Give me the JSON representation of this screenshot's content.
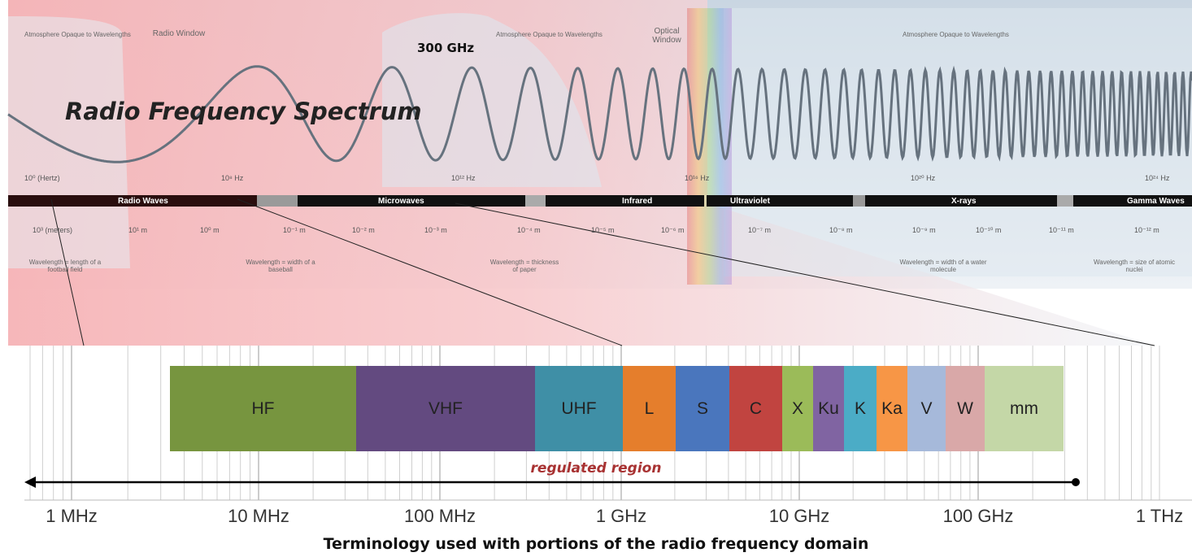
{
  "spectrum": {
    "title": "Radio Frequency Spectrum",
    "marker_300ghz": "300 GHz",
    "window_labels": [
      "Atmosphere Opaque to Wavelengths",
      "Radio Window",
      "Atmosphere Opaque to Wavelengths",
      "Optical Window",
      "Atmosphere Opaque to Wavelengths"
    ],
    "frequency_ticks": [
      "10⁰ (Hertz)",
      "10⁸ Hz",
      "10¹² Hz",
      "10¹⁶ Hz",
      "10²⁰ Hz",
      "10²⁴ Hz"
    ],
    "regions": [
      "Radio Waves",
      "Microwaves",
      "Infrared",
      "Ultraviolet",
      "X-rays",
      "Gamma Waves"
    ],
    "wavelength_ticks": [
      "10³ (meters)",
      "10¹ m",
      "10⁰ m",
      "10⁻¹ m",
      "10⁻² m",
      "10⁻³ m",
      "10⁻⁴ m",
      "10⁻⁵ m",
      "10⁻⁶ m",
      "10⁻⁷ m",
      "10⁻⁸ m",
      "10⁻⁹ m",
      "10⁻¹⁰ m",
      "10⁻¹¹ m",
      "10⁻¹² m"
    ],
    "wavelength_notes": [
      "Wavelength = length of a football field",
      "Wavelength = width of a baseball",
      "Wavelength = thickness of paper",
      "Wavelength = width of a water molecule",
      "Wavelength = size of atomic nuclei"
    ]
  },
  "bands": [
    {
      "label": "HF",
      "color": "#77953f"
    },
    {
      "label": "VHF",
      "color": "#634a80"
    },
    {
      "label": "UHF",
      "color": "#3f8fa6"
    },
    {
      "label": "L",
      "color": "#e57e2c"
    },
    {
      "label": "S",
      "color": "#4a76bd"
    },
    {
      "label": "C",
      "color": "#c14440"
    },
    {
      "label": "X",
      "color": "#9bbb59"
    },
    {
      "label": "Ku",
      "color": "#8064a2"
    },
    {
      "label": "K",
      "color": "#4bacc6"
    },
    {
      "label": "Ka",
      "color": "#f79646"
    },
    {
      "label": "V",
      "color": "#a6b9da"
    },
    {
      "label": "W",
      "color": "#d9a8a8"
    },
    {
      "label": "mm",
      "color": "#c4d7a7"
    }
  ],
  "axis_labels": [
    "1 MHz",
    "10 MHz",
    "100 MHz",
    "1 GHz",
    "10 GHz",
    "100 GHz",
    "1 THz"
  ],
  "regulated_region": "regulated region",
  "caption": "Terminology used with portions of the radio frequency domain"
}
